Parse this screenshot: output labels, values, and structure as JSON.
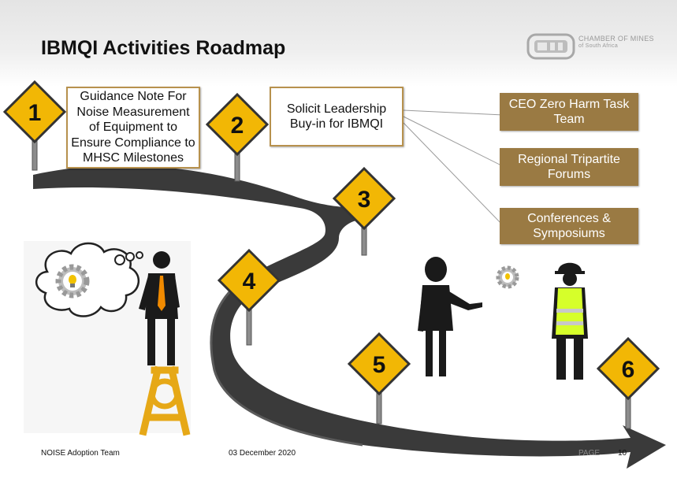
{
  "header": {
    "title": "IBMQI Activities Roadmap",
    "logo_line1": "CHAMBER OF MINES",
    "logo_line2": "of South Africa"
  },
  "milestones": [
    {
      "number": "1",
      "text": "Guidance Note For Noise Measurement of Equipment to Ensure Compliance to MHSC Milestones"
    },
    {
      "number": "2",
      "text": "Solicit Leadership Buy-in for IBMQI"
    },
    {
      "number": "3"
    },
    {
      "number": "4"
    },
    {
      "number": "5"
    },
    {
      "number": "6"
    }
  ],
  "engagements": [
    {
      "text": "CEO Zero Harm Task Team"
    },
    {
      "text": "Regional Tripartite Forums"
    },
    {
      "text": "Conferences & Symposiums"
    }
  ],
  "footer": {
    "left": "NOISE Adoption Team",
    "date": "03 December 2020",
    "page_label": "PAGE",
    "page_number": "10"
  },
  "colors": {
    "sign_fill": "#f2b705",
    "sign_border": "#333333",
    "road": "#3a3a3a",
    "box_border": "#b7914d",
    "box_fill_brown": "#9a7a43",
    "vest": "#d6ff2a",
    "headframe": "#e6a817"
  },
  "icons": [
    "idea-gear-icon",
    "thought-cloud-icon",
    "headframe-icon",
    "person-tie-icon",
    "person-woman-icon",
    "person-safety-vest-icon"
  ]
}
